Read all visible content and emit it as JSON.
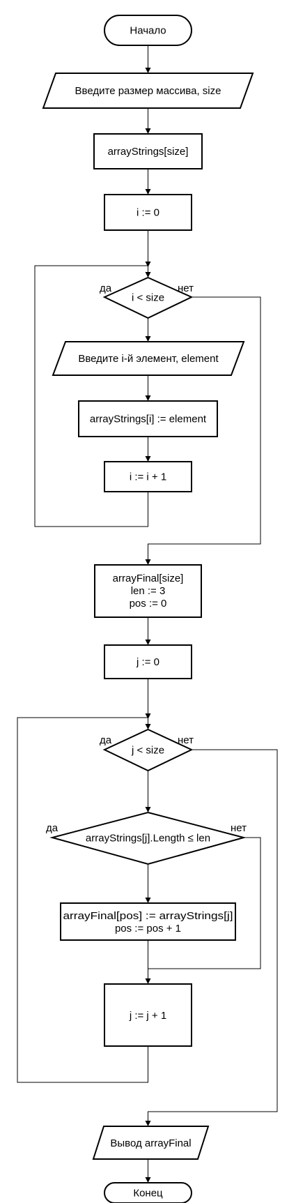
{
  "flowchart": {
    "start": "Начало",
    "input_size": "Введите размер массива, size",
    "declare_strings": "arrayStrings[size]",
    "init_i": "i := 0",
    "cond_i": "i < size",
    "input_element": "Введите i-й элемент, element",
    "assign_element": "arrayStrings[i] := element",
    "increment_i": "i := i + 1",
    "declare_final": [
      "arrayFinal[size]",
      "len := 3",
      "pos := 0"
    ],
    "init_j": "j := 0",
    "cond_j": "j < size",
    "cond_length": "arrayStrings[j].Length ≤ len",
    "assign_final": [
      "arrayFinal[pos] := arrayStrings[j]",
      "pos := pos + 1"
    ],
    "increment_j": "j := j + 1",
    "output": "Вывод arrayFinal",
    "end": "Конец"
  },
  "branch_labels": {
    "yes": "да",
    "no": "нет"
  }
}
